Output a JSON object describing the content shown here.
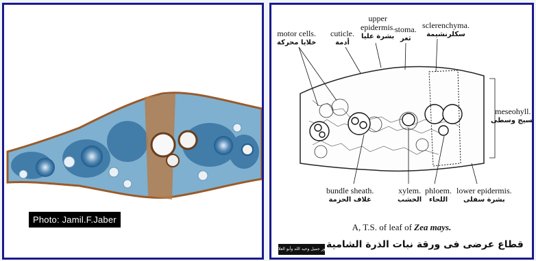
{
  "photo": {
    "credit": "Photo: Jamil.F.Jaber"
  },
  "diagram": {
    "labels": {
      "motor_cells_en": "motor cells.",
      "motor_cells_ar": "خلايا محركة",
      "cuticle_en": "cuticle.",
      "cuticle_ar": "أدمة",
      "upper_epidermis_en_1": "upper",
      "upper_epidermis_en_2": "epidermis.",
      "upper_epidermis_ar": "بشرة عليا",
      "stoma_en": "stoma.",
      "stoma_ar": "ثغر",
      "sclerenchyma_en": "sclerenchyma.",
      "sclerenchyma_ar": "سكلرنشيمة",
      "mesophyll_en": "meseohyll.",
      "mesophyll_ar": "نسيج وسطى",
      "bundle_sheath_en": "bundle sheath.",
      "bundle_sheath_ar": "غلاف الحزمة",
      "xylem_en": "xylem.",
      "xylem_ar": "الخشب",
      "phloem_en": "phloem.",
      "phloem_ar": "اللحاء",
      "lower_epidermis_en": "lower epidermis.",
      "lower_epidermis_ar": "بشرة سفلى"
    },
    "caption_prefix": "A, T.S. of leaf of ",
    "caption_species": "Zea mays.",
    "arabic_title": "قطاع عرضى فى ورقة نبات الذرة الشامية",
    "stamp": "أطلس النبات للدكتور جميل وحيد الله وأبو العلا"
  },
  "colors": {
    "border": "#1a1a8c",
    "stain_blue": "#2f6fa0",
    "stain_brown": "#8a4a1e"
  }
}
